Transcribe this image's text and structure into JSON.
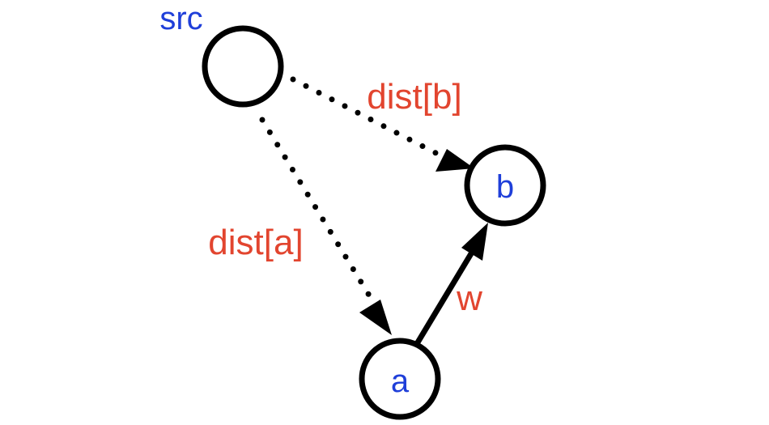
{
  "colors": {
    "node_text": "#1f3fd9",
    "edge_text": "#e2452f",
    "stroke": "#000000",
    "background": "#ffffff"
  },
  "nodes": {
    "src": {
      "label": "src"
    },
    "a": {
      "label": "a"
    },
    "b": {
      "label": "b"
    }
  },
  "edges": {
    "src_to_b": {
      "from": "src",
      "to": "b",
      "style": "dotted",
      "label": "dist[b]"
    },
    "src_to_a": {
      "from": "src",
      "to": "a",
      "style": "dotted",
      "label": "dist[a]"
    },
    "a_to_b": {
      "from": "a",
      "to": "b",
      "style": "solid",
      "label": "w"
    }
  }
}
